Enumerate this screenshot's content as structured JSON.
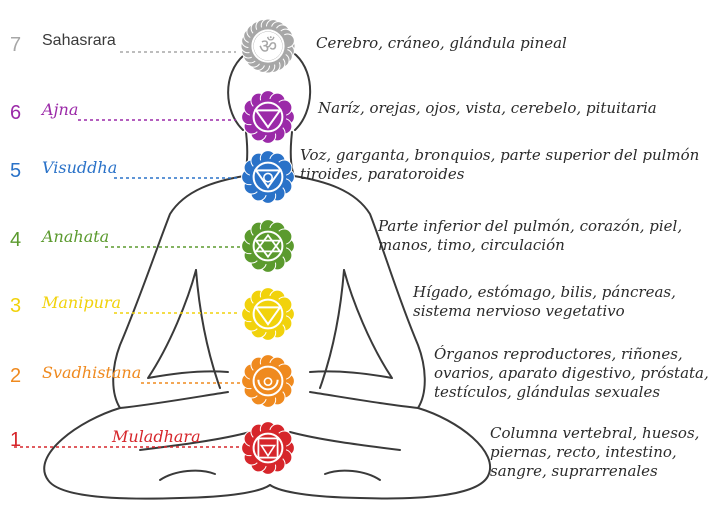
{
  "colors": {
    "outline": "#3a3a3a",
    "c7": "#a7a7a7",
    "c6": "#9b2aa8",
    "c5": "#2a72c8",
    "c4": "#5b9a2e",
    "c3": "#f1d20c",
    "c2": "#ef8a1f",
    "c1": "#d6262b"
  },
  "chakras": [
    {
      "number": "7",
      "name": "Sahasrara",
      "color": "#a7a7a7",
      "symbol": "om-icon",
      "lines": [
        "Cerebro, cráneo, glándula pineal"
      ]
    },
    {
      "number": "6",
      "name": "Ajna",
      "color": "#9b2aa8",
      "symbol": "ajna-symbol-icon",
      "lines": [
        "Naríz, orejas, ojos, vista, cerebelo, pituitaria"
      ]
    },
    {
      "number": "5",
      "name": "Visuddha",
      "color": "#2a72c8",
      "symbol": "visuddha-symbol-icon",
      "lines": [
        "Voz, garganta, bronquios, parte superior del pulmón",
        "tiroides, paratoroides"
      ]
    },
    {
      "number": "4",
      "name": "Anahata",
      "color": "#5b9a2e",
      "symbol": "anahata-symbol-icon",
      "lines": [
        "Parte inferior del pulmón, corazón, piel,",
        "manos, timo, circulación"
      ]
    },
    {
      "number": "3",
      "name": "Manipura",
      "color": "#f1d20c",
      "symbol": "manipura-symbol-icon",
      "lines": [
        "Hígado, estómago, bilis, páncreas,",
        "sistema nervioso vegetativo"
      ]
    },
    {
      "number": "2",
      "name": "Svadhistana",
      "color": "#ef8a1f",
      "symbol": "svadhistana-symbol-icon",
      "lines": [
        "Órganos reproductores, riñones,",
        "ovarios, aparato digestivo, próstata,",
        "testículos, glándulas sexuales"
      ]
    },
    {
      "number": "1",
      "name": "Muladhara",
      "color": "#d6262b",
      "symbol": "muladhara-symbol-icon",
      "lines": [
        "Columna vertebral, huesos,",
        "piernas, recto, intestino,",
        "sangre, suprarrenales"
      ]
    }
  ]
}
